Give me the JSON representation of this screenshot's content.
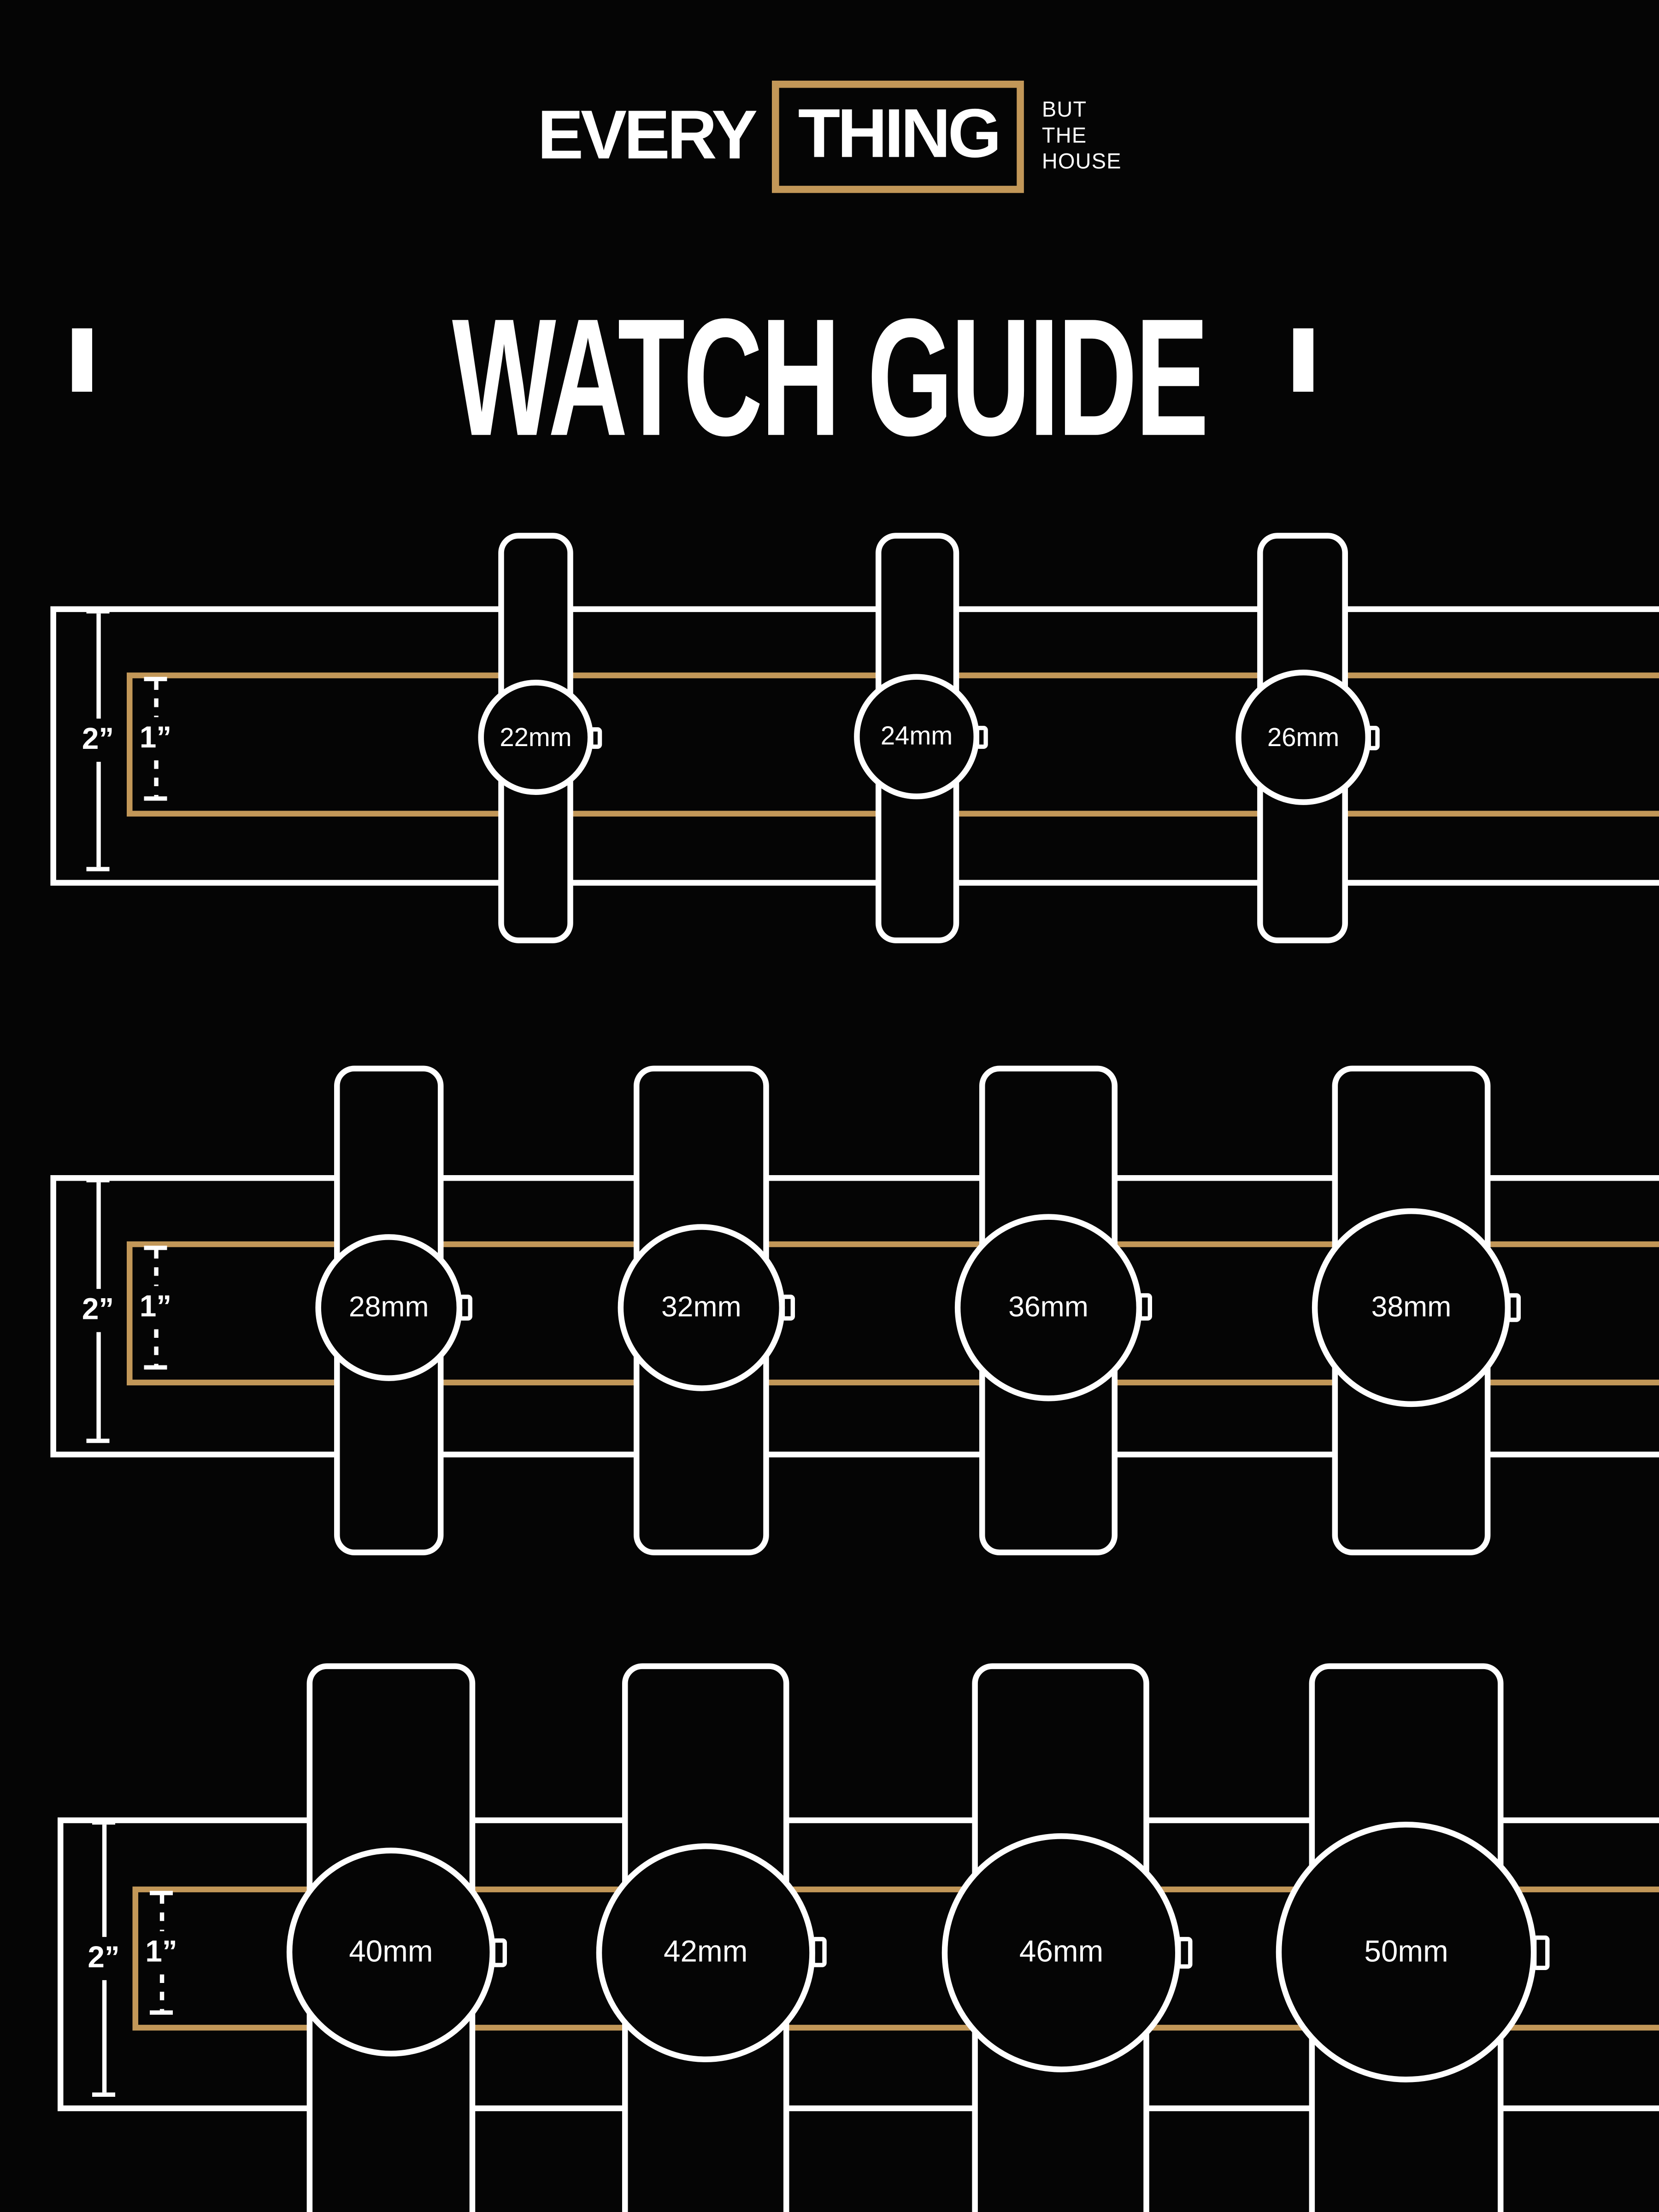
{
  "logo": {
    "every": "EVERY",
    "thing": "THING",
    "tagline": [
      "BUT",
      "THE",
      "HOUSE"
    ]
  },
  "title": "WATCH GUIDE",
  "colors": {
    "background": "#050505",
    "white": "#FFFFFF",
    "gold": "#C29758"
  },
  "rows": [
    {
      "outer_label": "2”",
      "inner_label": "1”",
      "watches": [
        {
          "label": "22mm"
        },
        {
          "label": "24mm"
        },
        {
          "label": "26mm"
        }
      ]
    },
    {
      "outer_label": "2”",
      "inner_label": "1”",
      "watches": [
        {
          "label": "28mm"
        },
        {
          "label": "32mm"
        },
        {
          "label": "36mm"
        },
        {
          "label": "38mm"
        }
      ]
    },
    {
      "outer_label": "2”",
      "inner_label": "1”",
      "watches": [
        {
          "label": "40mm"
        },
        {
          "label": "42mm"
        },
        {
          "label": "46mm"
        },
        {
          "label": "50mm"
        }
      ]
    }
  ]
}
